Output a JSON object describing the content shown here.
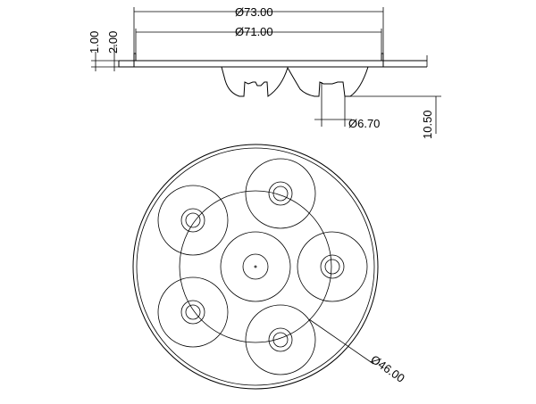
{
  "drawing": {
    "dimensions": {
      "outer_diameter": "Ø73.00",
      "inner_diameter": "Ø71.00",
      "flange_thickness": "1.00",
      "step_height": "2.00",
      "pin_diameter": "Ø6.70",
      "lens_height": "10.50",
      "circle_diameter": "Ø46.00"
    }
  }
}
